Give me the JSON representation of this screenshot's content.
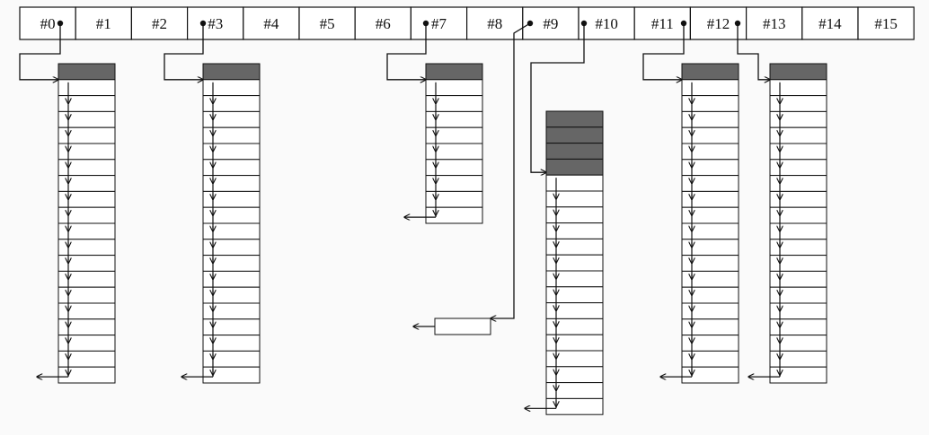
{
  "slots": [
    "#0",
    "#1",
    "#2",
    "#3",
    "#4",
    "#5",
    "#6",
    "#7",
    "#8",
    "#9",
    "#10",
    "#11",
    "#12",
    "#13",
    "#14",
    "#15"
  ],
  "colors": {
    "line": "#111111",
    "header_fill": "#666666",
    "cell_fill": "#ffffff",
    "background": "#fafafa"
  },
  "lists": [
    {
      "slot": 0,
      "header_cells": 1,
      "chunk_cells": 19
    },
    {
      "slot": 3,
      "header_cells": 1,
      "chunk_cells": 19
    },
    {
      "slot": 7,
      "header_cells": 1,
      "chunk_cells": 9
    },
    {
      "slot": 9,
      "header_cells": 0,
      "chunk_cells": 1
    },
    {
      "slot": 10,
      "header_cells": 4,
      "chunk_cells": 15
    },
    {
      "slot": 11,
      "header_cells": 1,
      "chunk_cells": 19
    },
    {
      "slot": 12,
      "header_cells": 1,
      "chunk_cells": 19
    }
  ]
}
